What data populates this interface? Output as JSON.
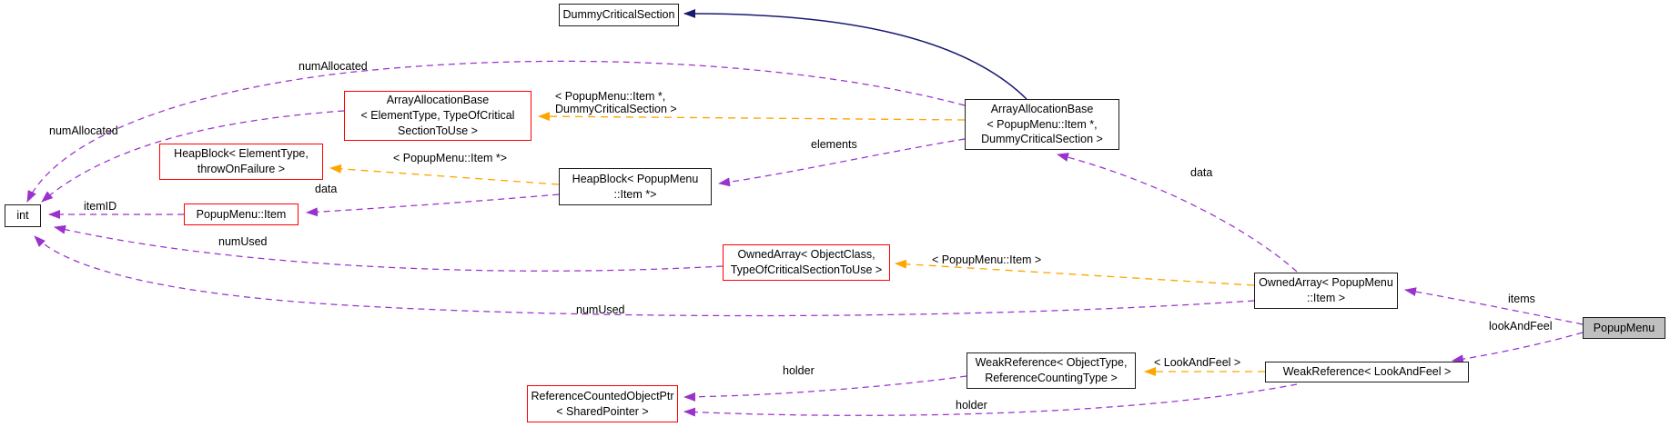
{
  "diagram": {
    "kind": "class-collaboration-graph",
    "focus_class": "PopupMenu",
    "colors": {
      "background": "#ffffff",
      "usage_edge": "#9a32cd",
      "template_edge": "#ffa500",
      "inheritance_edge": "#191970",
      "node_border": "#1c1c1c",
      "truncated_node_border": "#ff0000",
      "focus_node_fill": "#bfbfbf"
    },
    "nodes": [
      {
        "id": "int",
        "label": "int",
        "border": "black"
      },
      {
        "id": "dummy-critical-section",
        "label": "DummyCriticalSection",
        "border": "black"
      },
      {
        "id": "array-allocation-base-generic",
        "label": "ArrayAllocationBase\n< ElementType, TypeOfCritical\nSectionToUse >",
        "border": "red"
      },
      {
        "id": "heapblock-generic",
        "label": "HeapBlock< ElementType,\nthrowOnFailure >",
        "border": "red"
      },
      {
        "id": "popupmenu-item",
        "label": "PopupMenu::Item",
        "border": "red"
      },
      {
        "id": "heapblock-item",
        "label": "HeapBlock< PopupMenu\n::Item *>",
        "border": "black"
      },
      {
        "id": "array-allocation-base-item",
        "label": "ArrayAllocationBase\n< PopupMenu::Item *,\nDummyCriticalSection >",
        "border": "black"
      },
      {
        "id": "ownedarray-generic",
        "label": "OwnedArray< ObjectClass,\nTypeOfCriticalSectionToUse >",
        "border": "red"
      },
      {
        "id": "ownedarray-item",
        "label": "OwnedArray< PopupMenu\n::Item >",
        "border": "black"
      },
      {
        "id": "popupmenu",
        "label": "PopupMenu",
        "border": "black",
        "fill": "gray"
      },
      {
        "id": "weakreference-generic",
        "label": "WeakReference< ObjectType,\nReferenceCountingType >",
        "border": "black"
      },
      {
        "id": "weakreference-lookandfeel",
        "label": "WeakReference< LookAndFeel >",
        "border": "black"
      },
      {
        "id": "refcounted-objectptr",
        "label": "ReferenceCountedObjectPtr\n< SharedPointer >",
        "border": "red"
      }
    ],
    "edges": [
      {
        "from": "array-allocation-base-item",
        "to": "dummy-critical-section",
        "type": "inheritance",
        "label": ""
      },
      {
        "from": "array-allocation-base-item",
        "to": "array-allocation-base-generic",
        "type": "template",
        "label": "< PopupMenu::Item *,\nDummyCriticalSection >"
      },
      {
        "from": "array-allocation-base-item",
        "to": "int",
        "type": "usage",
        "label": "numAllocated"
      },
      {
        "from": "array-allocation-base-generic",
        "to": "int",
        "type": "usage",
        "label": "numAllocated"
      },
      {
        "from": "array-allocation-base-item",
        "to": "heapblock-item",
        "type": "usage",
        "label": "elements"
      },
      {
        "from": "heapblock-item",
        "to": "heapblock-generic",
        "type": "template",
        "label": "< PopupMenu::Item *>"
      },
      {
        "from": "heapblock-item",
        "to": "popupmenu-item",
        "type": "usage",
        "label": "data"
      },
      {
        "from": "popupmenu-item",
        "to": "int",
        "type": "usage",
        "label": "itemID"
      },
      {
        "from": "ownedarray-item",
        "to": "array-allocation-base-item",
        "type": "usage",
        "label": "data"
      },
      {
        "from": "ownedarray-item",
        "to": "ownedarray-generic",
        "type": "template",
        "label": "< PopupMenu::Item >"
      },
      {
        "from": "ownedarray-generic",
        "to": "int",
        "type": "usage",
        "label": "numUsed"
      },
      {
        "from": "ownedarray-item",
        "to": "int",
        "type": "usage",
        "label": "numUsed"
      },
      {
        "from": "popupmenu",
        "to": "ownedarray-item",
        "type": "usage",
        "label": "items"
      },
      {
        "from": "popupmenu",
        "to": "weakreference-lookandfeel",
        "type": "usage",
        "label": "lookAndFeel"
      },
      {
        "from": "weakreference-lookandfeel",
        "to": "weakreference-generic",
        "type": "template",
        "label": "< LookAndFeel >"
      },
      {
        "from": "weakreference-generic",
        "to": "refcounted-objectptr",
        "type": "usage",
        "label": "holder"
      },
      {
        "from": "weakreference-lookandfeel",
        "to": "refcounted-objectptr",
        "type": "usage",
        "label": "holder"
      }
    ]
  }
}
